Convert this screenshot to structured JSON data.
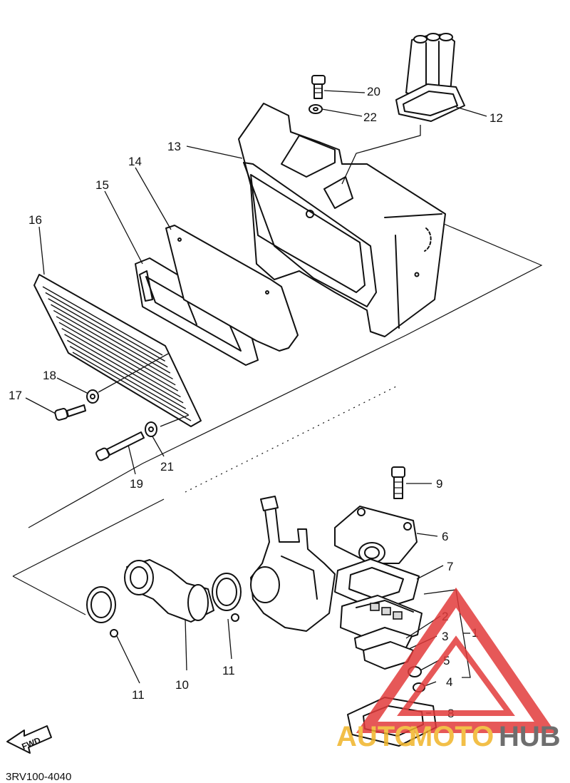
{
  "callouts": [
    {
      "id": "1",
      "label": "1"
    },
    {
      "id": "2",
      "label": "2"
    },
    {
      "id": "3",
      "label": "3"
    },
    {
      "id": "4",
      "label": "4"
    },
    {
      "id": "5",
      "label": "5"
    },
    {
      "id": "6",
      "label": "6"
    },
    {
      "id": "7",
      "label": "7"
    },
    {
      "id": "8",
      "label": "8"
    },
    {
      "id": "9",
      "label": "9"
    },
    {
      "id": "10",
      "label": "10"
    },
    {
      "id": "11a",
      "label": "11"
    },
    {
      "id": "11b",
      "label": "11"
    },
    {
      "id": "12",
      "label": "12"
    },
    {
      "id": "13",
      "label": "13"
    },
    {
      "id": "14",
      "label": "14"
    },
    {
      "id": "15",
      "label": "15"
    },
    {
      "id": "16",
      "label": "16"
    },
    {
      "id": "17",
      "label": "17"
    },
    {
      "id": "18",
      "label": "18"
    },
    {
      "id": "19",
      "label": "19"
    },
    {
      "id": "20",
      "label": "20"
    },
    {
      "id": "21",
      "label": "21"
    },
    {
      "id": "22",
      "label": "22"
    }
  ],
  "fwd_label": "FWD",
  "diagram_code": "3RV100-4040",
  "watermark": {
    "part1": "AUTO",
    "part2": "MOTO",
    "part3": "HUB",
    "color_primary": "#f0b429",
    "color_secondary": "#e23b3b",
    "color_dark": "#555555"
  }
}
